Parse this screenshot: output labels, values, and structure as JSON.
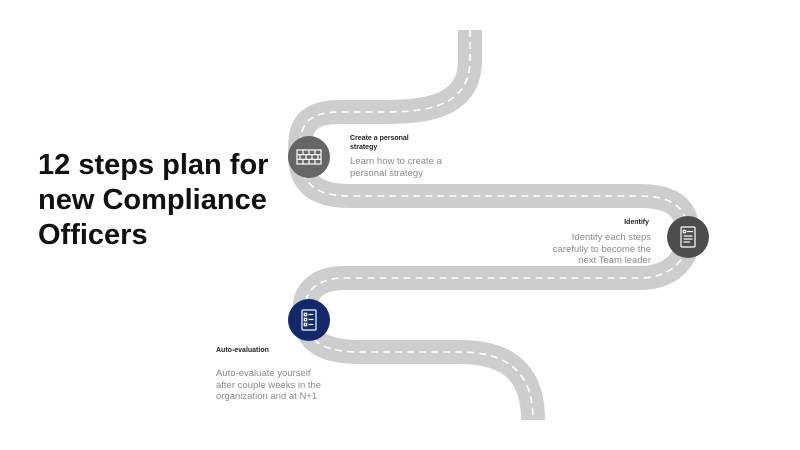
{
  "title": "12 steps plan for new Compliance Officers",
  "colors": {
    "road": "#cdcdcd",
    "lane": "#ffffff",
    "marker_gray": "#666666",
    "marker_dark": "#4d4d4d",
    "marker_navy": "#122a6b"
  },
  "steps": [
    {
      "title": "Create a personal strategy",
      "description": "Learn how to create a personal strategy",
      "icon": "brick-wall-icon"
    },
    {
      "title": "Identify",
      "description": "Identify each steps carefully to become the next Team leader",
      "icon": "document-icon"
    },
    {
      "title": "Auto-evaluation",
      "description": "Auto-evaluate yourself after couple weeks in the organization and at N+1",
      "icon": "checklist-icon"
    }
  ]
}
